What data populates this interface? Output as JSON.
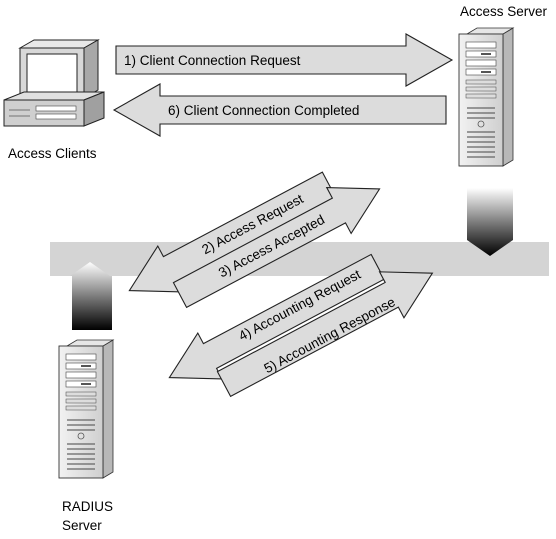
{
  "nodes": {
    "access_clients": {
      "label": "Access Clients"
    },
    "access_server": {
      "label": "Access Server"
    },
    "radius_server": {
      "label_line1": "RADIUS",
      "label_line2": "Server"
    }
  },
  "flows": [
    {
      "step": 1,
      "label": "1) Client Connection Request"
    },
    {
      "step": 6,
      "label": "6) Client Connection Completed"
    },
    {
      "step": 2,
      "label": "2) Access Request"
    },
    {
      "step": 3,
      "label": "3) Access Accepted"
    },
    {
      "step": 4,
      "label": "4) Accounting Request"
    },
    {
      "step": 5,
      "label": "5) Accounting Response"
    }
  ]
}
